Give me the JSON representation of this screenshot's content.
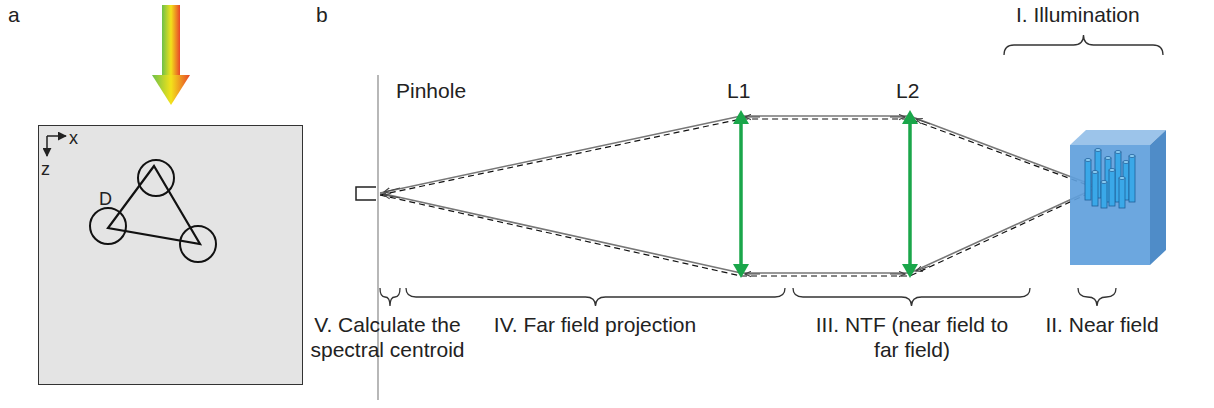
{
  "diagram": {
    "nodes": [
      {
        "text": [
          "x",
          "z",
          "D"
        ]
      }
    ],
    "labels": [
      "a",
      "b",
      "Pinhole",
      "L1",
      "L2",
      "I. Illumination",
      "V. Calculate the spectral centroid",
      "IV. Far field projection",
      "III. NTF (near field to far field)",
      "II. Near field"
    ]
  }
}
